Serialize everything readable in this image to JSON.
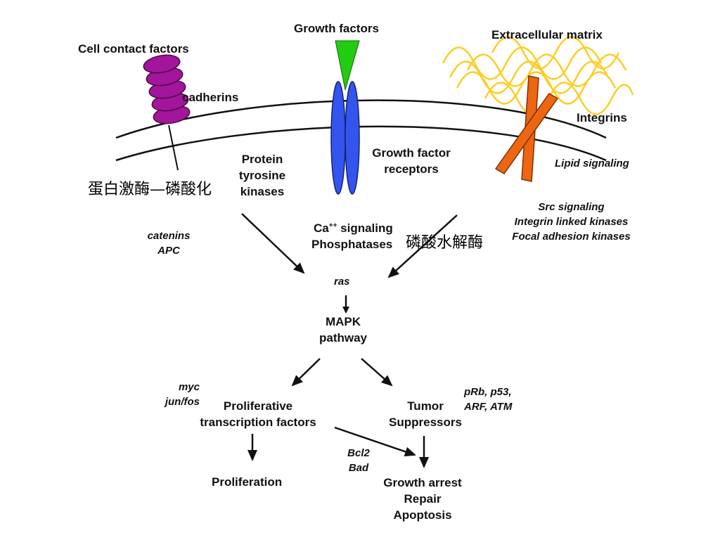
{
  "extracellular": {
    "cell_contact": "Cell contact factors",
    "growth_factors": "Growth factors",
    "extracellular_matrix": "Extracellular matrix"
  },
  "membrane_components": {
    "cadherins": "cadherins",
    "integrins": "Integrins",
    "lipid_signaling": "Lipid signaling",
    "growth_factor_receptors": [
      "Growth factor",
      "receptors"
    ],
    "protein_tyrosine_kinases": [
      "Protein",
      "tyrosine",
      "kinases"
    ]
  },
  "annotations": {
    "cn_kinase": "蛋白激酶—磷酸化",
    "cn_phosphatase": "磷酸水解酶",
    "catenins": [
      "catenins",
      "APC"
    ],
    "ca_signaling": {
      "prefix": "Ca",
      "superscript": "++",
      "suffix": " signaling"
    },
    "phosphatases": "Phosphatases",
    "src_signaling": [
      "Src signaling",
      "Integrin linked kinases",
      "Focal adhesion kinases"
    ]
  },
  "pathway": {
    "ras": "ras",
    "mapk": [
      "MAPK",
      "pathway"
    ],
    "myc": [
      "myc",
      "jun/fos"
    ],
    "prolif_tf": [
      "Proliferative",
      "transcription factors"
    ],
    "tumor_suppressors": [
      "Tumor",
      "Suppressors"
    ],
    "prb": [
      "pRb, p53,",
      "ARF, ATM"
    ],
    "bcl2": [
      "Bcl2",
      "Bad"
    ],
    "proliferation": "Proliferation",
    "outcomes": [
      "Growth arrest",
      "Repair",
      "Apoptosis"
    ]
  },
  "colors": {
    "cadherin": "#a3159a",
    "growth_factor": "#22cc11",
    "receptor": "#3355ee",
    "integrin": "#ee6611",
    "ecm": "#ffcc22",
    "ink": "#111111"
  }
}
